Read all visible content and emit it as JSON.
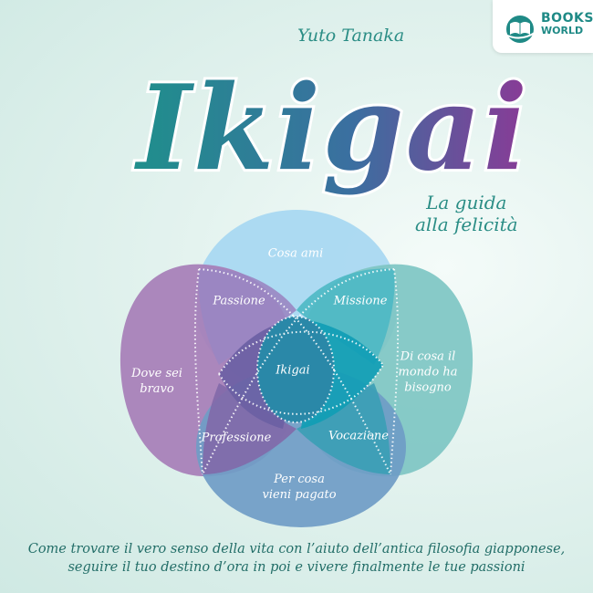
{
  "publisher": {
    "name_line1": "BOOKS",
    "name_line2": "WORLD",
    "icon": "open-book-globe-icon",
    "color": "#1f8a86"
  },
  "author": "Yuto Tanaka",
  "title": "Ikigai",
  "subtitle_line1": "La guida",
  "subtitle_line2": "alla felicità",
  "diagram": {
    "circles": [
      {
        "label": "Cosa ami",
        "color": "#9fd3ef"
      },
      {
        "label": "Dove sei bravo",
        "color": "#a97fb8"
      },
      {
        "label": "Di cosa il mondo ha bisogno",
        "color": "#7cc4c2"
      },
      {
        "label": "Per cosa vieni pagato",
        "color": "#6f9bc8"
      }
    ],
    "labels": {
      "cosa_ami": "Cosa ami",
      "passione": "Passione",
      "missione": "Missione",
      "dove_line1": "Dove sei",
      "dove_line2": "bravo",
      "ikigai": "Ikigai",
      "mondo_line1": "Di cosa il",
      "mondo_line2": "mondo ha",
      "mondo_line3": "bisogno",
      "professione": "Professione",
      "vocazione": "Vocazione",
      "pagato_line1": "Per cosa",
      "pagato_line2": "vieni pagato"
    }
  },
  "tagline_line1": "Come trovare il vero senso della vita con l’aiuto dell’antica filosofia giapponese,",
  "tagline_line2": "seguire il tuo destino d’ora in poi e vivere finalmente le tue passioni"
}
